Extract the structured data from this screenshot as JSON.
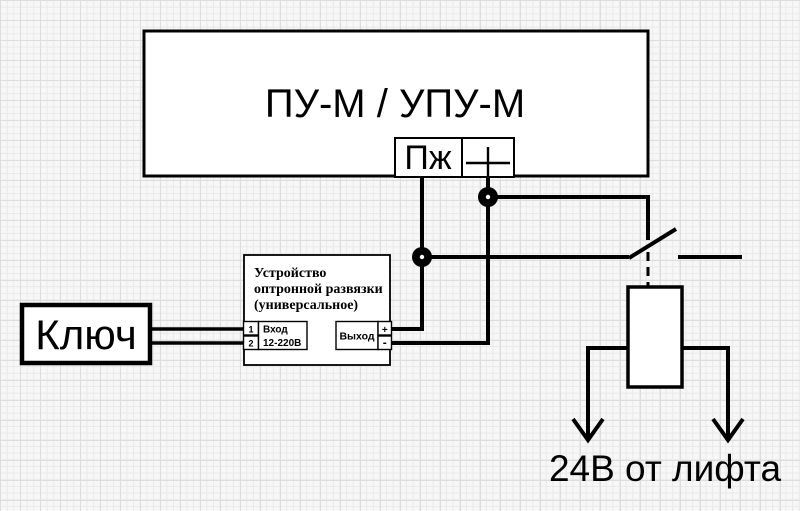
{
  "colors": {
    "line": "#000000",
    "box_fill": "#ffffff",
    "bg": "#f7f7f7",
    "grid_minor": "#e9e9e9",
    "grid_major": "#dddddd"
  },
  "main_unit": {
    "label": "ПУ-М / УПУ-М",
    "terminal_pzh": "Пж"
  },
  "key": {
    "label": "Ключ"
  },
  "optocoupler": {
    "title_lines": [
      "Устройство",
      "оптронной развязки",
      "(универсальное)"
    ],
    "input": {
      "pin1": "1",
      "pin2": "2",
      "label_line1": "Вход",
      "label_line2": "12-220В"
    },
    "output": {
      "label": "Выход",
      "plus": "+",
      "minus": "-"
    }
  },
  "power_label": "24В от лифта"
}
